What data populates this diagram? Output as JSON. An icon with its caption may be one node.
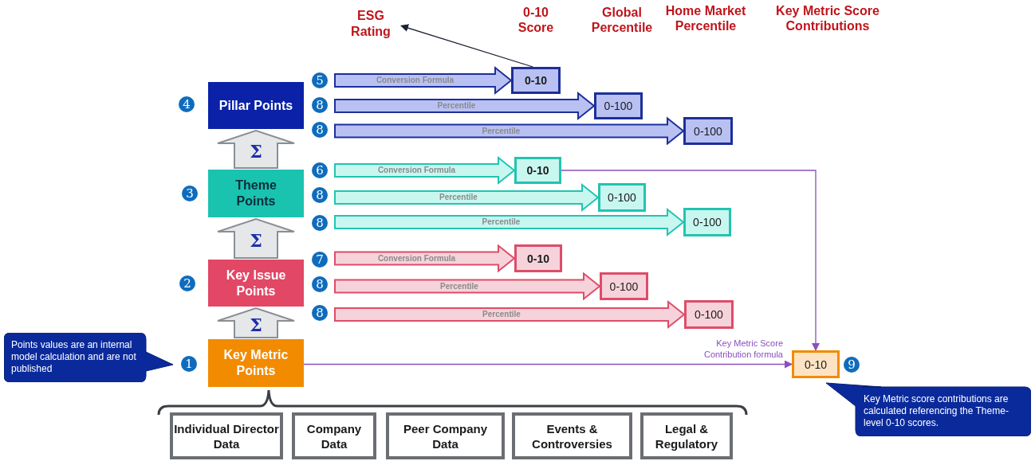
{
  "diagram": {
    "nodes": [
      {
        "text": [
          "ESG Rating"
        ]
      },
      {
        "text": [
          "Pillar Points"
        ],
        "beside": [
          "4"
        ]
      },
      {
        "text": [
          "0-10"
        ]
      },
      {
        "text": [
          "0-100"
        ]
      },
      {
        "text": [
          "0-100"
        ]
      },
      {
        "text": [
          "Theme Points"
        ],
        "beside": [
          "3"
        ]
      },
      {
        "text": [
          "0-10"
        ]
      },
      {
        "text": [
          "0-100"
        ]
      },
      {
        "text": [
          "0-100"
        ]
      },
      {
        "text": [
          "Key Issue Points"
        ],
        "beside": [
          "2"
        ]
      },
      {
        "text": [
          "0-10"
        ]
      },
      {
        "text": [
          "0-100"
        ]
      },
      {
        "text": [
          "0-100"
        ]
      },
      {
        "text": [
          "Points values are an internal model calculation and are not published"
        ]
      },
      {
        "text": [
          "Key Metric Points"
        ],
        "beside": [
          "1"
        ]
      },
      {
        "text": [
          "0-10"
        ],
        "beside": [
          "9"
        ]
      },
      {
        "text": [
          "Key Metric score contributions are calculated referencing the Theme-level 0-10 scores."
        ]
      },
      {
        "text": [
          "Individual Director Data"
        ]
      },
      {
        "text": [
          "Company Data"
        ]
      },
      {
        "text": [
          "Peer Company Data"
        ]
      },
      {
        "text": [
          "Events & Controversies"
        ]
      },
      {
        "text": [
          "Legal & Regulatory"
        ]
      }
    ],
    "edges": [
      {
        "from": 2,
        "to": 0,
        "arrow": "to",
        "color": "#1a2233"
      },
      {
        "from": 1,
        "to": 2,
        "arrow": "to",
        "label": "Conversion Formula",
        "style": "thick",
        "color": "#1c2f9a"
      },
      {
        "from": 1,
        "to": 3,
        "arrow": "to",
        "label": "Percentile",
        "style": "thick",
        "color": "#1c2f9a"
      },
      {
        "from": 1,
        "to": 4,
        "arrow": "to",
        "label": "Percentile",
        "style": "thick",
        "color": "#1c2f9a"
      },
      {
        "from": 5,
        "to": 6,
        "arrow": "to",
        "label": "Conversion Formula",
        "style": "thick",
        "color": "#22c4b0"
      },
      {
        "from": 5,
        "to": 7,
        "arrow": "to",
        "label": "Percentile",
        "style": "thick",
        "color": "#22c4b0"
      },
      {
        "from": 5,
        "to": 8,
        "arrow": "to",
        "label": "Percentile",
        "style": "thick",
        "color": "#22c4b0"
      },
      {
        "from": 9,
        "to": 10,
        "arrow": "to",
        "label": "Conversion Formula",
        "style": "thick",
        "color": "#de4c69"
      },
      {
        "from": 9,
        "to": 11,
        "arrow": "to",
        "label": "Percentile",
        "style": "thick",
        "color": "#de4c69"
      },
      {
        "from": 9,
        "to": 12,
        "arrow": "to",
        "label": "Percentile",
        "style": "thick",
        "color": "#de4c69"
      },
      {
        "from": 14,
        "to": 9,
        "arrow": "to",
        "label": "Σ",
        "style": "thick",
        "color": "#8a8f96"
      },
      {
        "from": 9,
        "to": 5,
        "arrow": "to",
        "label": "Σ",
        "style": "thick",
        "color": "#8a8f96"
      },
      {
        "from": 5,
        "to": 1,
        "arrow": "to",
        "label": "Σ",
        "style": "thick",
        "color": "#8a8f96"
      },
      {
        "from": 6,
        "to": 15,
        "arrow": "to",
        "color": "#8a4fbf"
      },
      {
        "from": 14,
        "to": 15,
        "arrow": "to",
        "label": "Key Metric Score Contribution formula",
        "color": "#8a4fbf"
      }
    ],
    "labels": [
      "0-10 Score",
      "Global Percentile",
      "Home Market Percentile",
      "Key Metric Score Contributions",
      "5",
      "8",
      "8",
      "6",
      "8",
      "8",
      "7",
      "8",
      "8"
    ]
  }
}
